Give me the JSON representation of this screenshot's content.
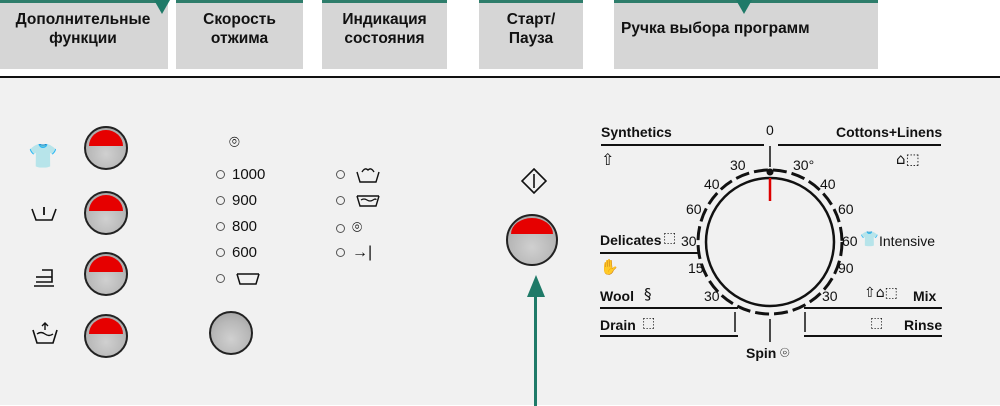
{
  "tabs": [
    {
      "l1": "Дополнительные",
      "l2": "функции"
    },
    {
      "l1": "Скорость",
      "l2": "отжима"
    },
    {
      "l1": "Индикация",
      "l2": "состояния"
    },
    {
      "l1": "Старт/",
      "l2": "Пауза"
    },
    {
      "l1": "Ручка выбора программ",
      "l2": ""
    }
  ],
  "spin": {
    "icon": "⌾",
    "options": [
      "1000",
      "900",
      "800",
      "600",
      ""
    ]
  },
  "status": {
    "items": [
      "⬚",
      "⬚",
      "⌾",
      "→|"
    ]
  },
  "dial": {
    "top_center": "0",
    "left_top": "Synthetics",
    "right_top": "Cottons+Linens",
    "delicates": "Delicates",
    "intensive": "Intensive",
    "wool": "Wool",
    "mix": "Mix",
    "drain": "Drain",
    "rinse": "Rinse",
    "spin": "Spin",
    "temps": {
      "l30": "30",
      "l40": "40",
      "l60": "60",
      "lcenter30": "30",
      "l15": "15",
      "lwool30": "30",
      "r30": "30°",
      "r40": "40",
      "r60": "60",
      "r60i": "60",
      "r90": "90",
      "r30b": "30"
    }
  },
  "colors": {
    "accent": "#1f7a68",
    "knob_red": "#e60000",
    "indicator_red": "#dd0000"
  }
}
